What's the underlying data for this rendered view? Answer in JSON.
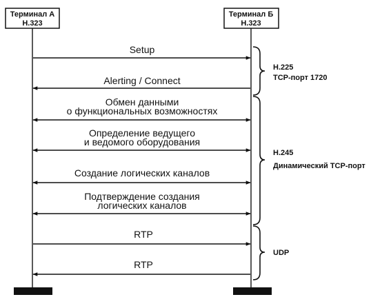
{
  "terminals": [
    {
      "line1": "Терминал А",
      "line2": "Н.323"
    },
    {
      "line1": "Терминал Б",
      "line2": "Н.323"
    }
  ],
  "messages": [
    {
      "lines": [
        "Setup"
      ],
      "direction": "right"
    },
    {
      "lines": [
        "Alerting / Connect"
      ],
      "direction": "left"
    },
    {
      "lines": [
        "Обмен данными",
        "о функциональных возможностях"
      ],
      "direction": "both"
    },
    {
      "lines": [
        "Определение ведущего",
        "и ведомого оборудования"
      ],
      "direction": "both"
    },
    {
      "lines": [
        "Создание логических каналов"
      ],
      "direction": "both"
    },
    {
      "lines": [
        "Подтверждение создания",
        "логических каналов"
      ],
      "direction": "both"
    },
    {
      "lines": [
        "RTP"
      ],
      "direction": "right"
    },
    {
      "lines": [
        "RTP"
      ],
      "direction": "left"
    }
  ],
  "groups": [
    {
      "lines": [
        "Н.225",
        "TCP-порт 1720"
      ]
    },
    {
      "lines": [
        "Н.245",
        "Динамический TCP-порт"
      ]
    },
    {
      "lines": [
        "UDP"
      ]
    }
  ]
}
